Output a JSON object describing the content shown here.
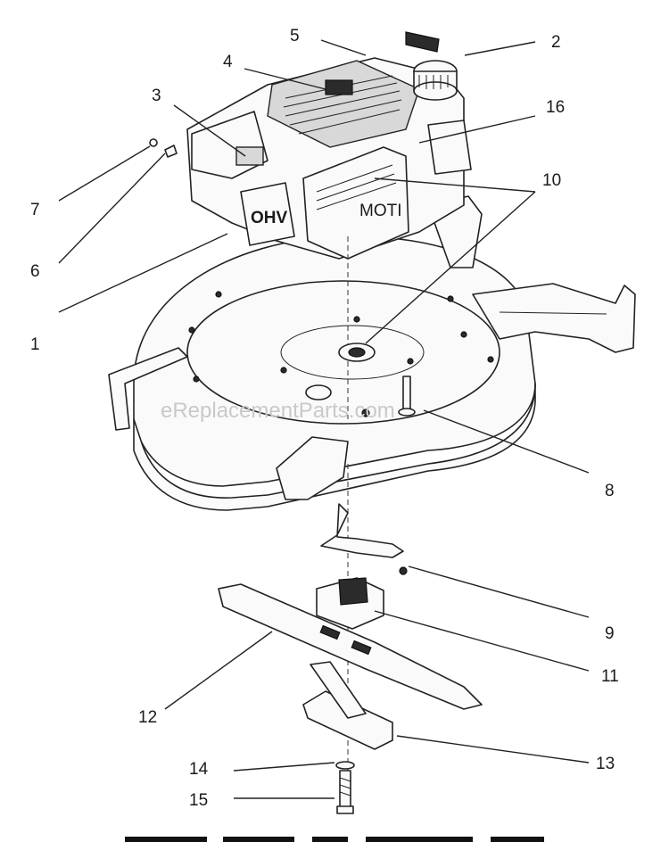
{
  "watermark": "eReplacementParts.com",
  "callouts": [
    {
      "id": "1",
      "label": "1"
    },
    {
      "id": "2",
      "label": "2"
    },
    {
      "id": "3",
      "label": "3"
    },
    {
      "id": "4",
      "label": "4"
    },
    {
      "id": "5",
      "label": "5"
    },
    {
      "id": "6",
      "label": "6"
    },
    {
      "id": "7",
      "label": "7"
    },
    {
      "id": "8",
      "label": "8"
    },
    {
      "id": "9",
      "label": "9"
    },
    {
      "id": "10",
      "label": "10"
    },
    {
      "id": "11",
      "label": "11"
    },
    {
      "id": "12",
      "label": "12"
    },
    {
      "id": "13",
      "label": "13"
    },
    {
      "id": "14",
      "label": "14"
    },
    {
      "id": "15",
      "label": "15"
    },
    {
      "id": "16",
      "label": "16"
    }
  ],
  "engine_badge": "OHV",
  "engine_side_badge": "MOTI",
  "colors": {
    "line": "#222222",
    "fill": "#fafafa",
    "dark": "#2b2b2b",
    "watermark": "#c9c9c9"
  }
}
